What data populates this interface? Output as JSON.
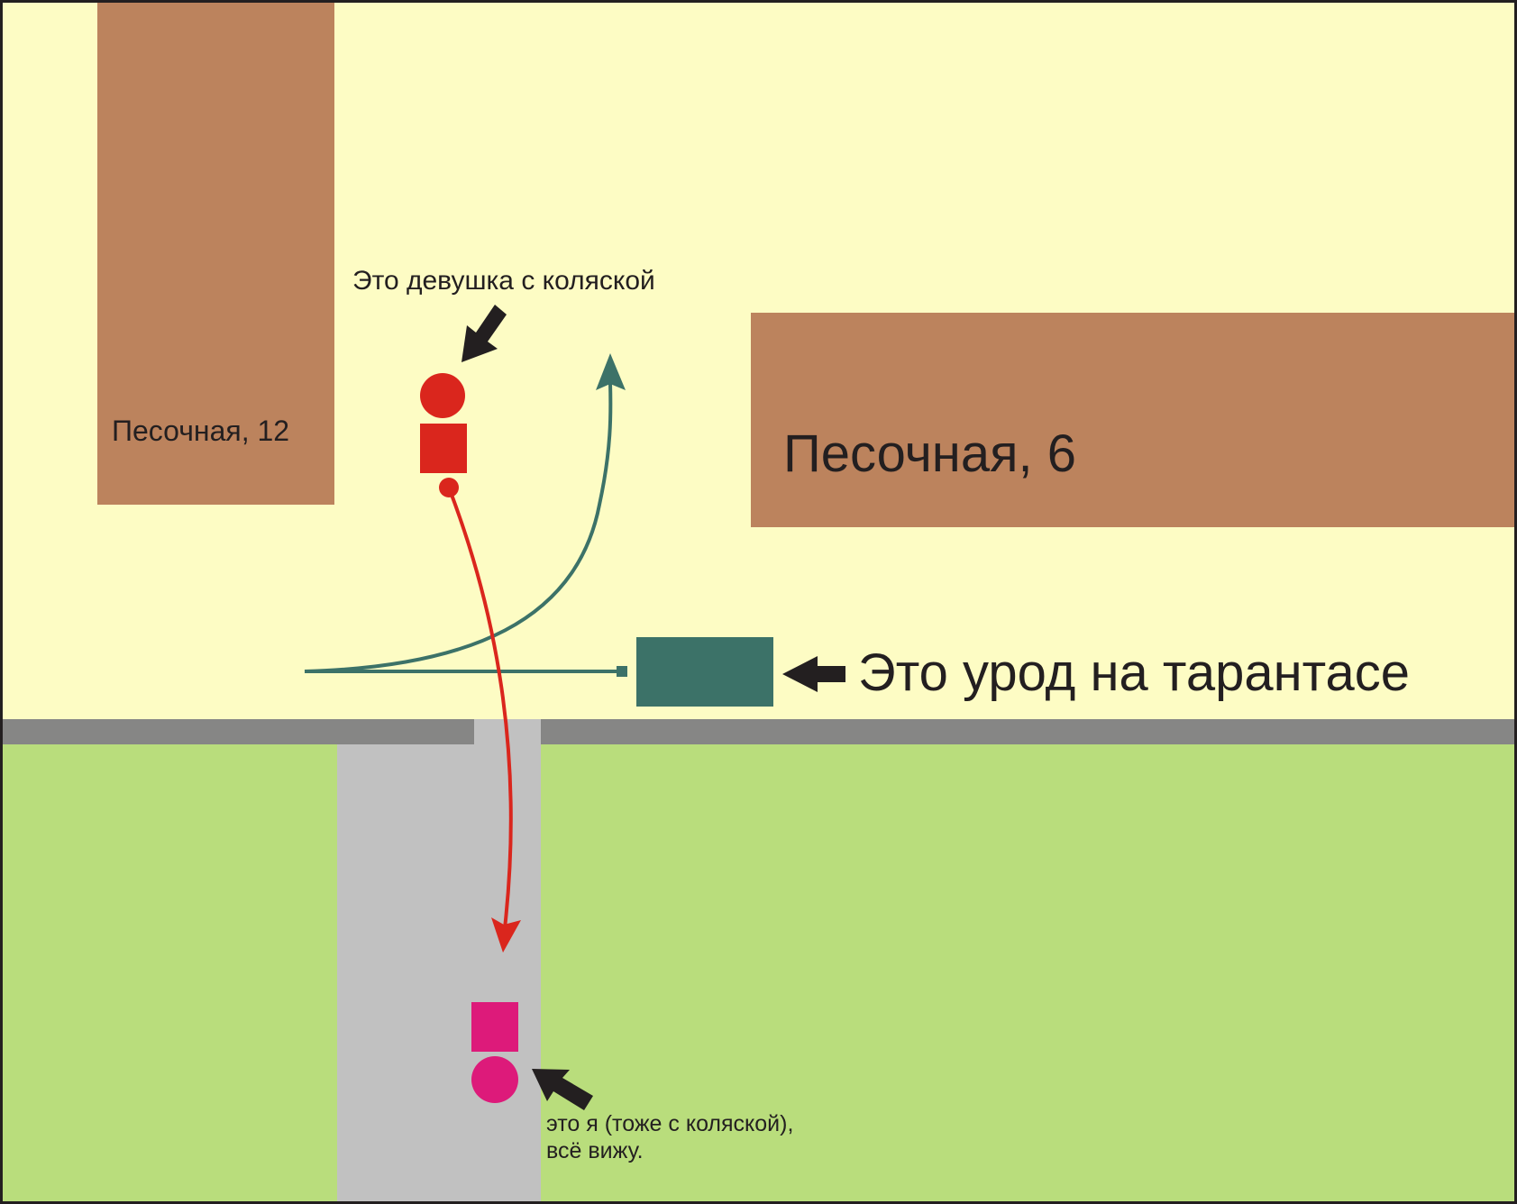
{
  "colors": {
    "yard": "#fdfcc4",
    "building": "#bc835d",
    "curb": "#868685",
    "lawn": "#b9dd7c",
    "sidewalk": "#c1c1c1",
    "car": "#3c7268",
    "car_path": "#3c7268",
    "girl": "#da261d",
    "me": "#dd1a7a",
    "pointer": "#231f20",
    "frame": "#231f20"
  },
  "labels": {
    "building_left": "Песочная, 12",
    "building_right": "Песочная, 6",
    "girl_caption": "Это девушка с коляской",
    "car_caption": "Это урод на тарантасе",
    "me_caption_line1": "это я (тоже с коляской),",
    "me_caption_line2": "всё вижу."
  }
}
